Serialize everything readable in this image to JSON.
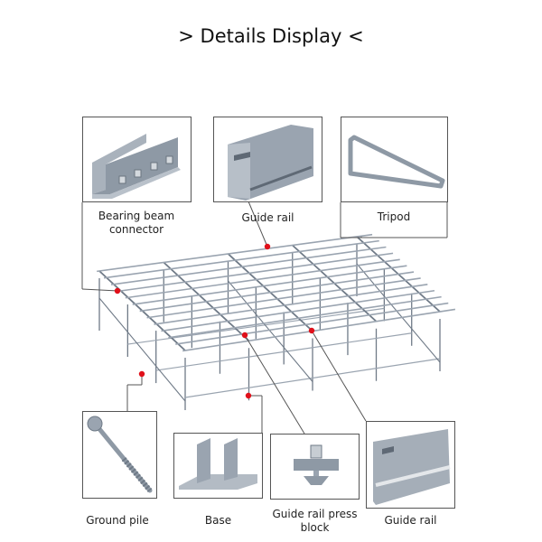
{
  "title": ">  Details Display  <",
  "parts": {
    "bearing_beam_connector": "Bearing beam connector",
    "guide_rail_top": "Guide rail",
    "tripod": "Tripod",
    "ground_pile": "Ground pile",
    "base": "Base",
    "guide_rail_press_block": "Guide rail press block",
    "guide_rail_bottom": "Guide rail"
  },
  "colors": {
    "metal": "#9aa4b0",
    "metal_dark": "#6f7a87",
    "marker": "#e0101a"
  }
}
